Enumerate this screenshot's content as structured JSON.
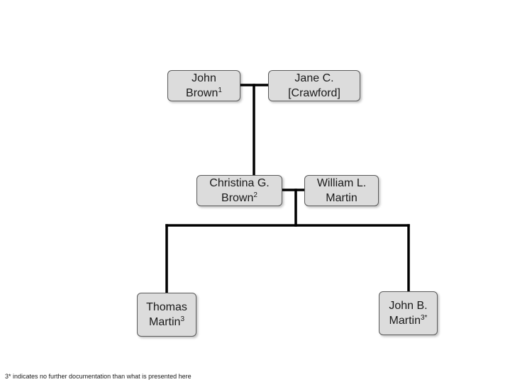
{
  "people": {
    "john_brown": {
      "line1": "John",
      "line2": "Brown",
      "note": "1"
    },
    "jane_crawford": {
      "line1": "Jane C.",
      "line2": "[Crawford]",
      "note": ""
    },
    "christina_brown": {
      "line1": "Christina G.",
      "line2": "Brown",
      "note": "2"
    },
    "william_martin": {
      "line1": "William L.",
      "line2": "Martin",
      "note": ""
    },
    "thomas_martin": {
      "line1": "Thomas",
      "line2": "Martin",
      "note": "3"
    },
    "john_b_martin": {
      "line1": "John B.",
      "line2": "Martin",
      "note": "3*"
    }
  },
  "footnote": "3* indicates no further documentation than what is presented here"
}
